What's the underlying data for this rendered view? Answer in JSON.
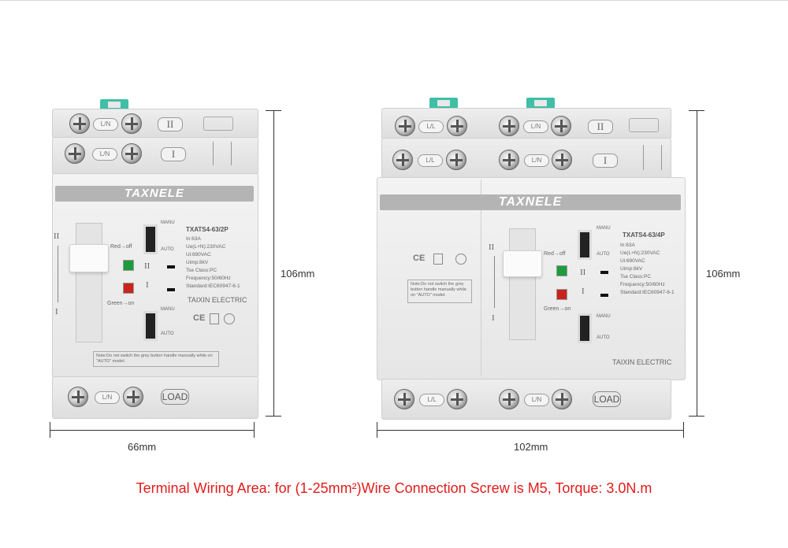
{
  "labels": {
    "ln": "L/N",
    "ll": "L/L",
    "roman2": "II",
    "roman1": "I",
    "load": "LOAD",
    "brand": "TAXNELE",
    "manu": "MANU",
    "auto": "AUTO",
    "red_off": "Red→off",
    "green_on": "Green→on",
    "maker": "TAIXIN ELECTRIC",
    "note_left": "Note:Do not switch the grey button handle manually while on \"AUTO\" model.",
    "note_right": "Note:Do not switch the grey button handle manually while on \"AUTO\" model.",
    "ce": "CE"
  },
  "left_device": {
    "model": "TXATS4-63/2P",
    "specs": [
      "In:63A",
      "Ue(L+N):230VAC",
      "Ui:690VAC",
      "Uimp:8kV",
      "Tse Class:PC",
      "Frequency:50/60Hz",
      "Standard:IEC60947-6-1"
    ],
    "height_label": "106mm",
    "width_label": "66mm"
  },
  "right_device": {
    "model": "TXATS4-63/4P",
    "specs": [
      "In:63A",
      "Ue(L+N):230VAC",
      "Ui:690VAC",
      "Uimp:8kV",
      "Tse Class:PC",
      "Frequency:50/60Hz",
      "Standard:IEC60947-6-1"
    ],
    "height_label": "106mm",
    "width_label": "102mm"
  },
  "caption": "Terminal Wiring Area: for (1-25mm²)Wire Connection Screw is M5, Torque: 3.0N.m",
  "colors": {
    "caption": "#e21c1c",
    "clip": "#3fbfa6",
    "green": "#1e9b3c",
    "red": "#c8231f"
  }
}
